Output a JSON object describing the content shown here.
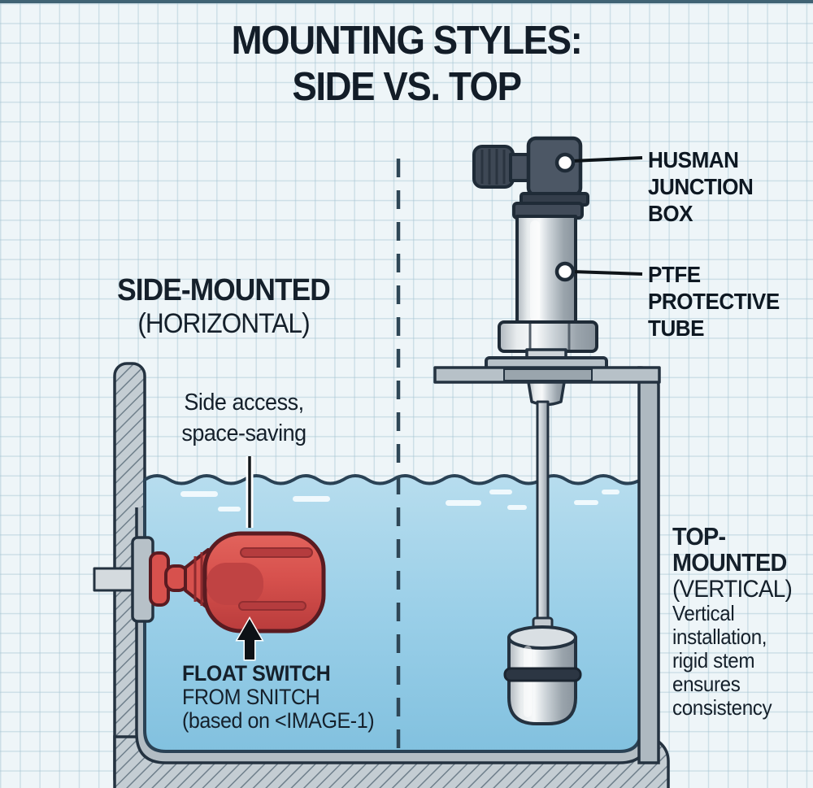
{
  "title": {
    "line1": "MOUNTING STYLES:",
    "line2": "SIDE VS. TOP"
  },
  "left_panel": {
    "heading": "SIDE-MOUNTED",
    "subheading": "(HORIZONTAL)",
    "note_line1": "Side access,",
    "note_line2": "space-saving",
    "float_caption_title": "FLOAT SWITCH",
    "float_caption_line2": "FROM SNITCH",
    "float_caption_line3": "(based on <IMAGE-1)"
  },
  "right_panel": {
    "callout_junction_line1": "HUSMAN",
    "callout_junction_line2": "JUNCTION",
    "callout_junction_line3": "BOX",
    "callout_tube_line1": "PTFE",
    "callout_tube_line2": "PROTECTIVE",
    "callout_tube_line3": "TUBE",
    "heading_line1": "TOP-",
    "heading_line2": "MOUNTED",
    "subheading": "(VERTICAL)",
    "note_line1": "Vertical",
    "note_line2": "installation,",
    "note_line3": "rigid stem",
    "note_line4": "ensures",
    "note_line5": "consistency"
  },
  "colors": {
    "ink": "#15202b",
    "water": "#8fc8e4",
    "float_red": "#d7514d",
    "metal_gray": "#c6ccd2",
    "device_dark": "#4c5765",
    "grid_line": "#a5c4d2",
    "background": "#eef5f8"
  }
}
